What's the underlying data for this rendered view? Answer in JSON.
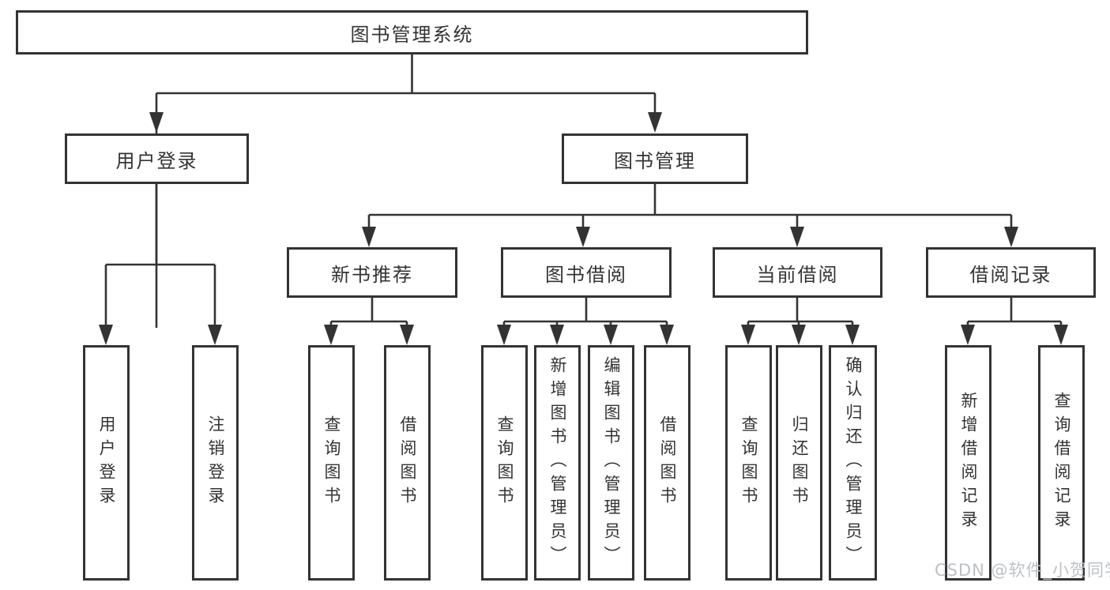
{
  "colors": {
    "line": "#333333",
    "text": "#333333",
    "background": "#ffffff",
    "watermark": "#bdc1c6"
  },
  "watermark": "CSDN @软件_小贺同学",
  "tree": {
    "root": "图书管理系统",
    "branches": [
      {
        "label": "用户登录",
        "children": [
          "用户登录",
          "注销登录"
        ]
      },
      {
        "label": "图书管理",
        "children": [
          {
            "label": "新书推荐",
            "children": [
              "查询图书",
              "借阅图书"
            ]
          },
          {
            "label": "图书借阅",
            "children": [
              "查询图书",
              "新增图书（管理员）",
              "编辑图书（管理员）",
              "借阅图书"
            ]
          },
          {
            "label": "当前借阅",
            "children": [
              "查询图书",
              "归还图书",
              "确认归还（管理员）"
            ]
          },
          {
            "label": "借阅记录",
            "children": [
              "新增借阅记录",
              "查询借阅记录"
            ]
          }
        ]
      }
    ]
  }
}
